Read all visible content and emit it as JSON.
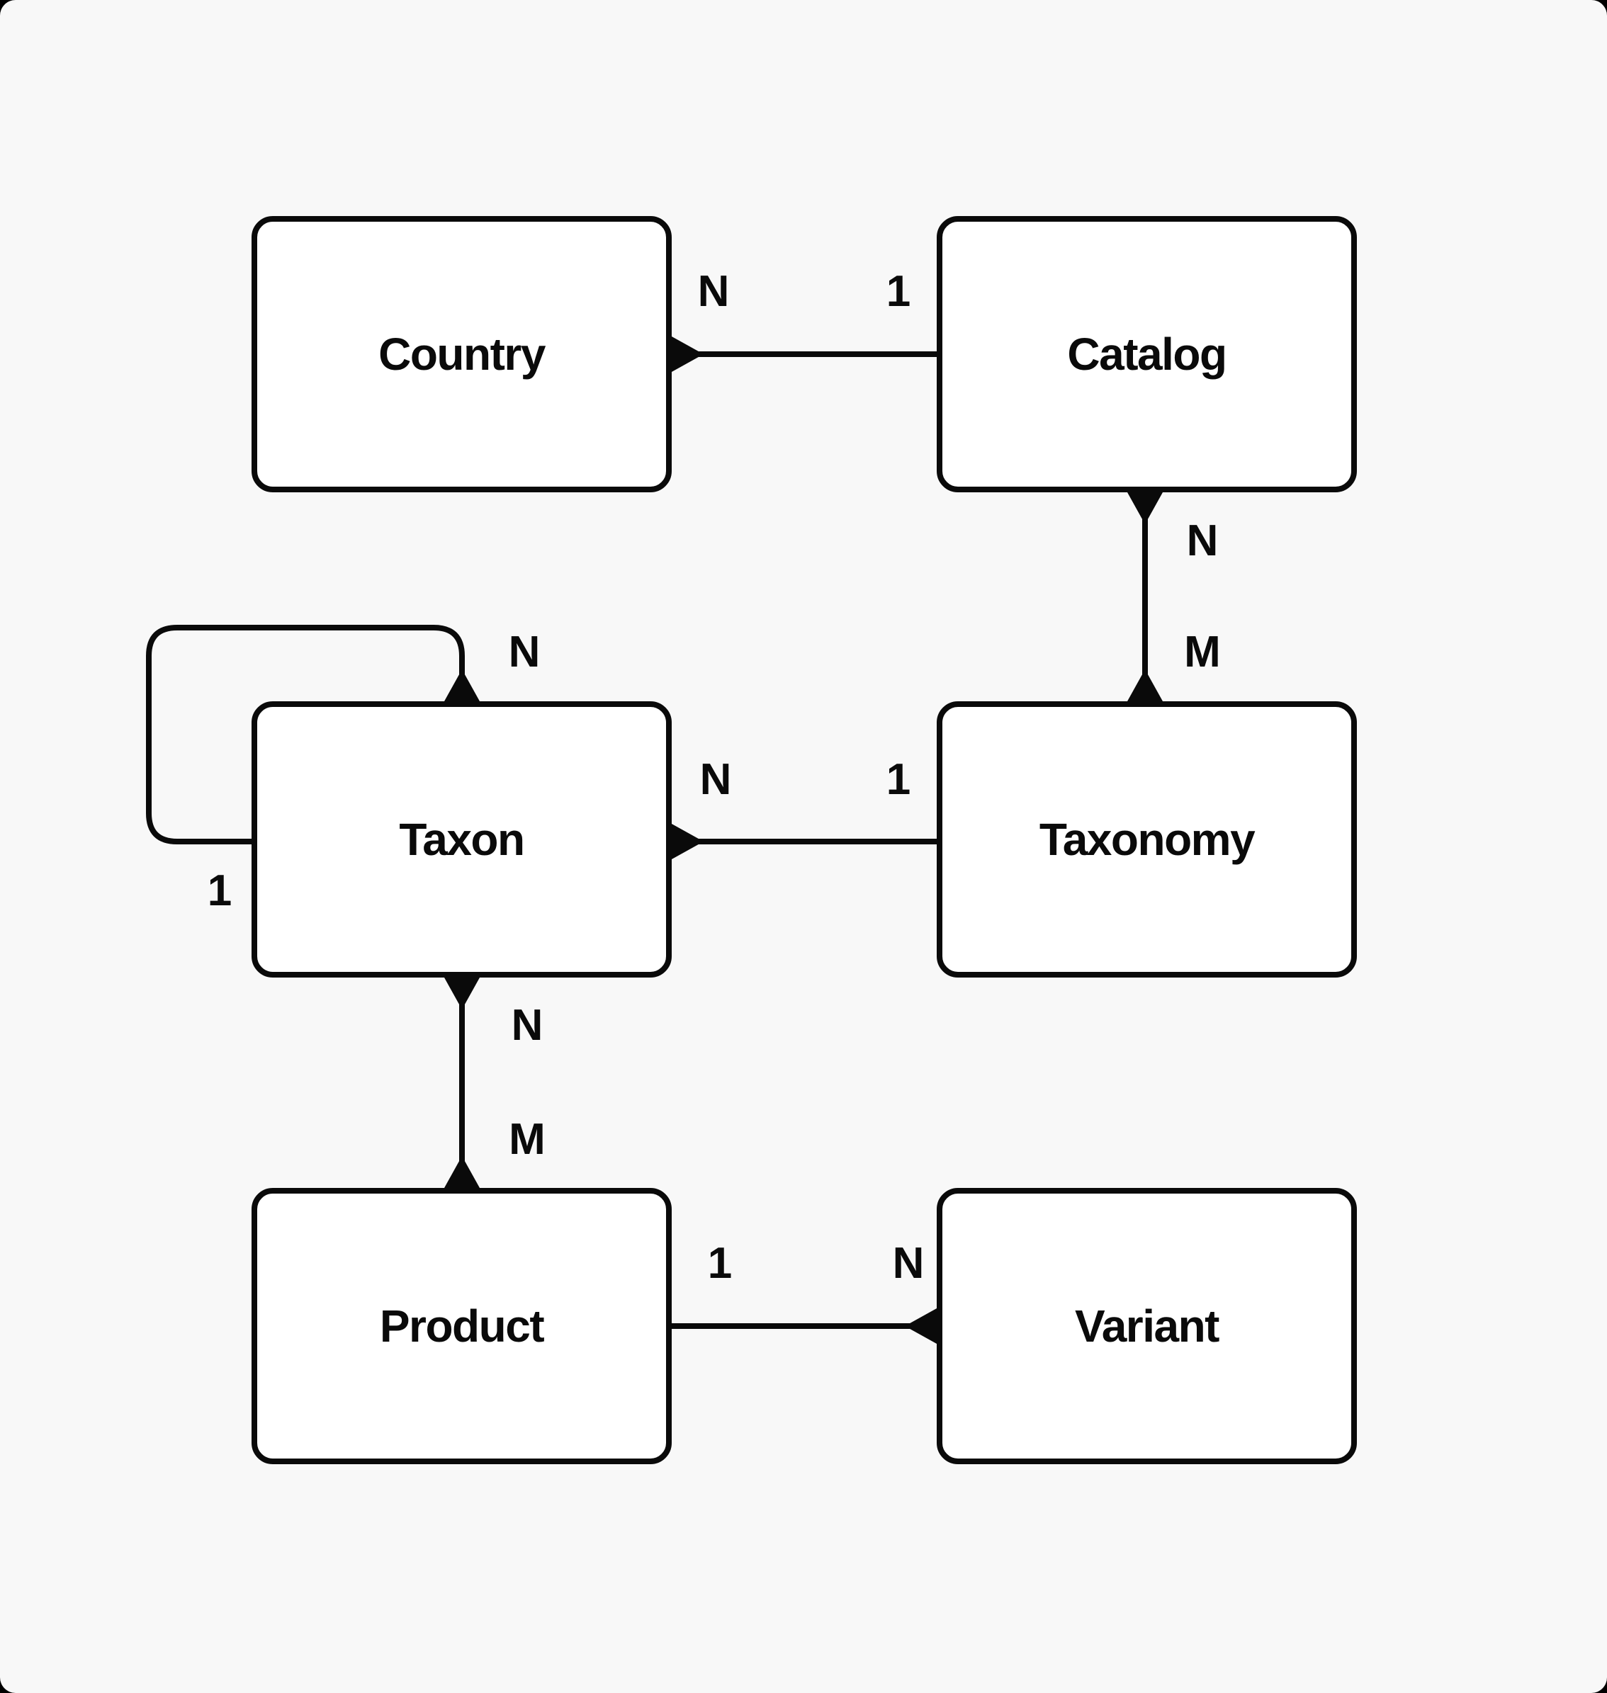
{
  "diagram": {
    "type": "entity-relationship",
    "colors": {
      "page_background": "#000000",
      "canvas_background": "#f8f8f8",
      "node_fill": "#ffffff",
      "stroke": "#0a0a0a",
      "text": "#0a0a0a"
    },
    "entities": [
      {
        "id": "country",
        "label": "Country"
      },
      {
        "id": "catalog",
        "label": "Catalog"
      },
      {
        "id": "taxon",
        "label": "Taxon"
      },
      {
        "id": "taxonomy",
        "label": "Taxonomy"
      },
      {
        "id": "product",
        "label": "Product"
      },
      {
        "id": "variant",
        "label": "Variant"
      }
    ],
    "relationships": [
      {
        "a": "Country",
        "b": "Catalog",
        "a_card": "N",
        "b_card": "1",
        "arrowhead_at": "Country"
      },
      {
        "a": "Catalog",
        "b": "Taxonomy",
        "a_card": "N",
        "b_card": "M",
        "arrowhead_at": "both"
      },
      {
        "a": "Taxon",
        "b": "Taxonomy",
        "a_card": "N",
        "b_card": "1",
        "arrowhead_at": "Taxon"
      },
      {
        "a": "Taxon",
        "b": "Taxon",
        "a_card": "N",
        "b_card": "1",
        "arrowhead_at": "Taxon top",
        "self_loop": true
      },
      {
        "a": "Taxon",
        "b": "Product",
        "a_card": "N",
        "b_card": "M",
        "arrowhead_at": "both"
      },
      {
        "a": "Product",
        "b": "Variant",
        "a_card": "1",
        "b_card": "N",
        "arrowhead_at": "Variant"
      }
    ]
  }
}
